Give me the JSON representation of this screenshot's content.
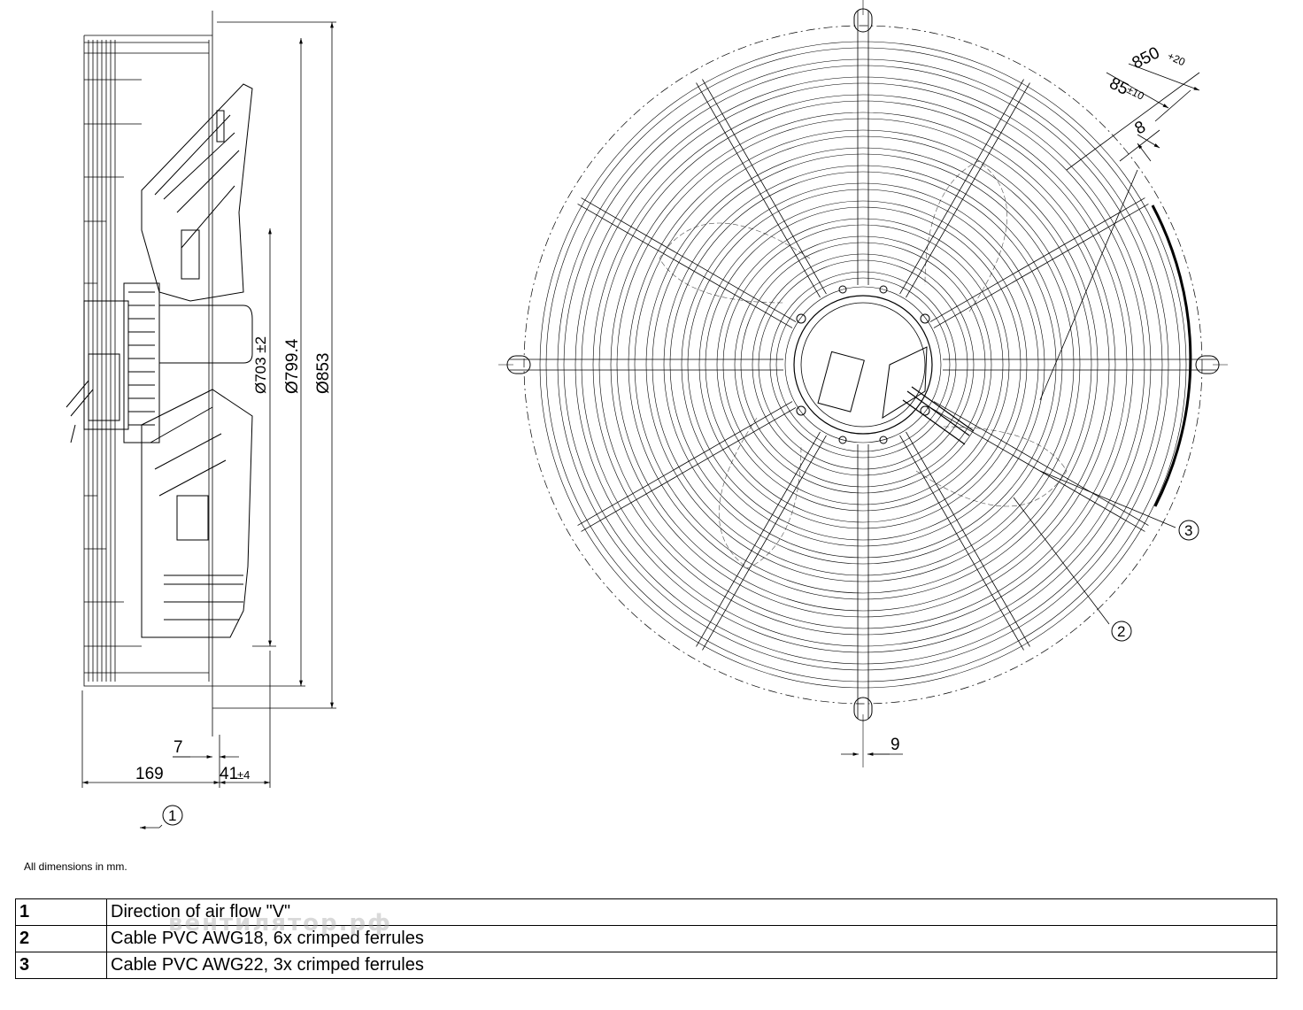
{
  "side_view": {
    "dim_703": "Ø703 ±2",
    "dim_799": "Ø799.4",
    "dim_853": "Ø853",
    "dim_7": "7",
    "dim_169": "169",
    "dim_41": "41",
    "dim_41_tol": "±4",
    "callout_1": "1"
  },
  "front_view": {
    "dim_850": "850",
    "dim_850_tol": "+20",
    "dim_85": "85",
    "dim_85_tol": "±10",
    "dim_8": "8",
    "dim_9": "9",
    "callout_2": "2",
    "callout_3": "3"
  },
  "note": "All dimensions in mm.",
  "watermark": "вентилятор.рф",
  "legend": [
    {
      "num": "1",
      "text": "Direction of air flow \"V\""
    },
    {
      "num": "2",
      "text": "Cable PVC AWG18, 6x crimped ferrules"
    },
    {
      "num": "3",
      "text": "Cable PVC AWG22, 3x crimped ferrules"
    }
  ]
}
